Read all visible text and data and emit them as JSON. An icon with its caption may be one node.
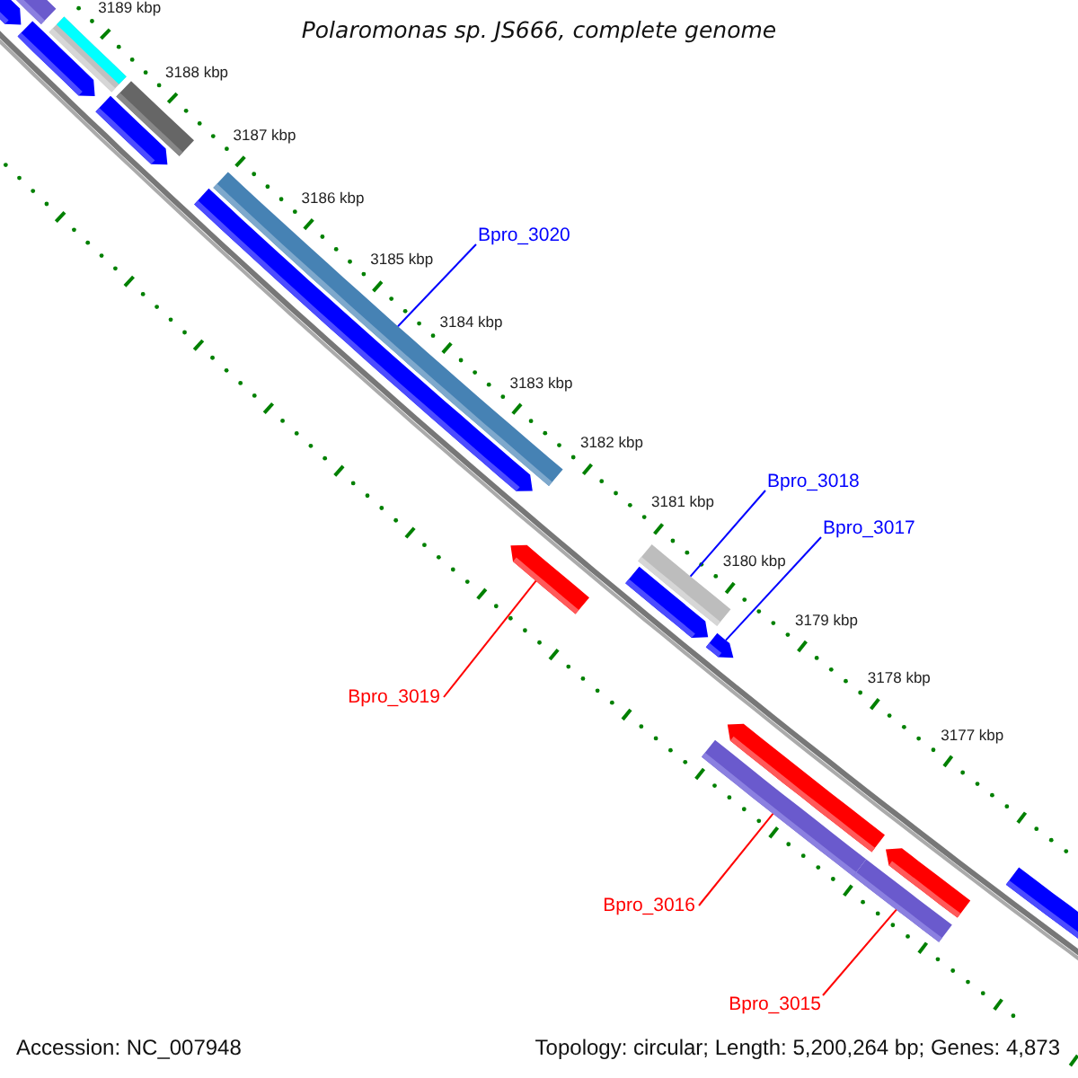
{
  "diagram": {
    "title": "Polaromonas sp. JS666, complete genome",
    "nodes": [
      {
        "text": [
          "Bpro_3020"
        ]
      },
      {
        "text": [
          "Bpro_3018"
        ]
      },
      {
        "text": [
          "Bpro_3017"
        ]
      },
      {
        "text": [
          "Bpro_3019"
        ]
      },
      {
        "text": [
          "Bpro_3016"
        ]
      },
      {
        "text": [
          "Bpro_3015"
        ]
      },
      {
        "text": [],
        "shape": "bar"
      },
      {
        "text": [],
        "shape": "pentagon"
      },
      {
        "text": [],
        "shape": "bar"
      },
      {
        "text": [],
        "shape": "pentagon"
      },
      {
        "text": [],
        "shape": "bar"
      },
      {
        "text": [],
        "shape": "pentagon"
      },
      {
        "text": [],
        "shape": "bar"
      },
      {
        "text": [],
        "shape": "pentagon"
      },
      {
        "text": [],
        "shape": "pentagon"
      },
      {
        "text": [],
        "shape": "bar"
      },
      {
        "text": [],
        "shape": "pentagon"
      },
      {
        "text": [],
        "shape": "pentagon"
      },
      {
        "text": [],
        "shape": "pentagon"
      },
      {
        "text": [],
        "shape": "bar"
      },
      {
        "text": [],
        "shape": "pentagon"
      },
      {
        "text": [],
        "shape": "bar"
      },
      {
        "text": [],
        "shape": "pentagon"
      }
    ],
    "edges": [
      {
        "from": 0,
        "to": 12,
        "arrow": "none",
        "color": "#0000ff"
      },
      {
        "from": 1,
        "to": 15,
        "arrow": "none",
        "color": "#0000ff"
      },
      {
        "from": 2,
        "to": 17,
        "arrow": "none",
        "color": "#0000ff"
      },
      {
        "from": 3,
        "to": 14,
        "arrow": "none",
        "color": "#ff0000"
      },
      {
        "from": 4,
        "to": 19,
        "arrow": "none",
        "color": "#ff0000"
      },
      {
        "from": 5,
        "to": 21,
        "arrow": "none",
        "color": "#ff0000"
      }
    ],
    "labels": [
      "3189 kbp",
      "3188 kbp",
      "3187 kbp",
      "3186 kbp",
      "3185 kbp",
      "3184 kbp",
      "3183 kbp",
      "3182 kbp",
      "3181 kbp",
      "3180 kbp",
      "3179 kbp",
      "3178 kbp",
      "3177 kbp",
      "Accession: NC_007948",
      "Topology: circular; Length: 5,200,264 bp; Genes: 4,873"
    ]
  }
}
